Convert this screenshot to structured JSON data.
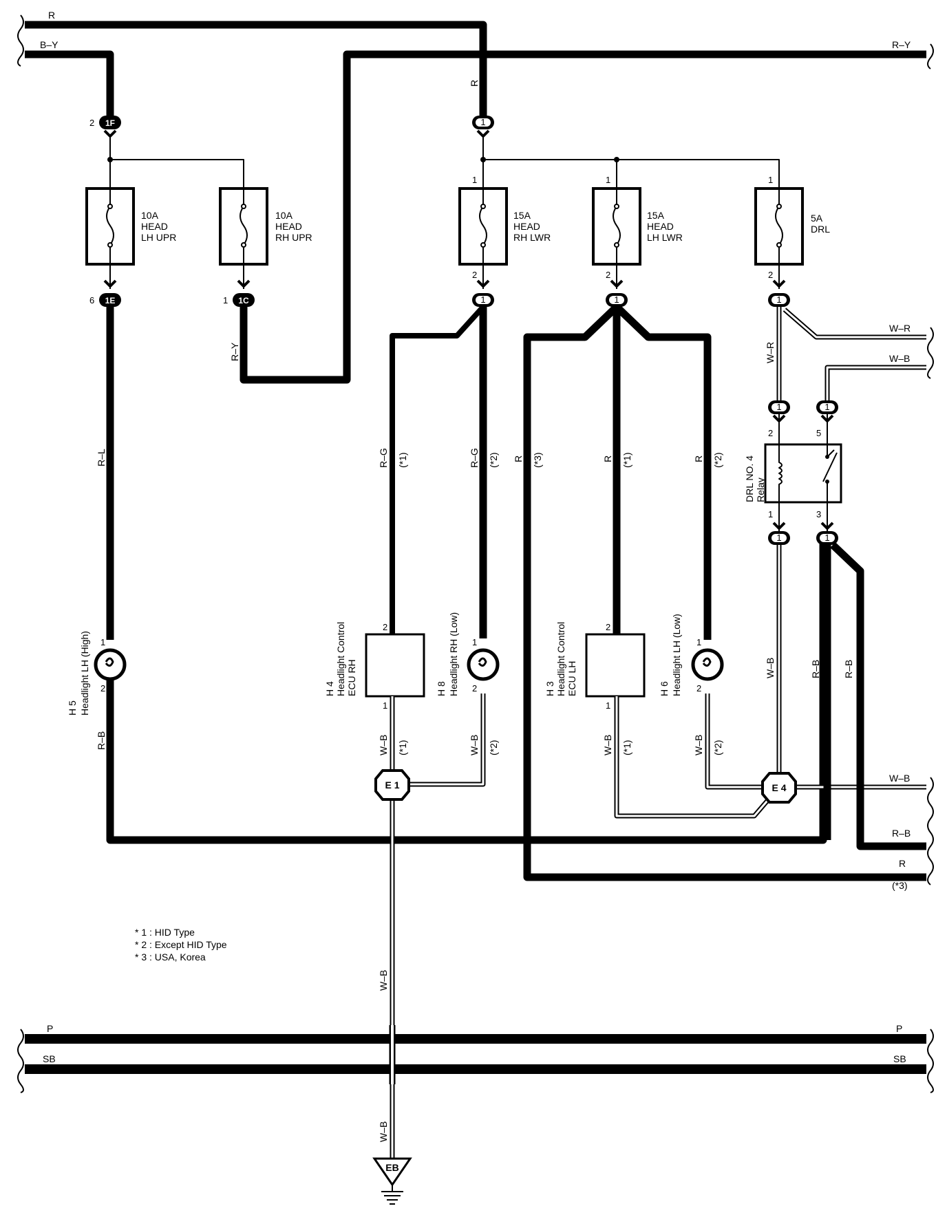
{
  "buses": {
    "top_r": "R",
    "top_by": "B–Y",
    "top_ry": "R–Y",
    "bottom_p_left": "P",
    "bottom_p_right": "P",
    "bottom_sb_left": "SB",
    "bottom_sb_right": "SB"
  },
  "fuses": [
    {
      "amp": "10A",
      "name": "HEAD",
      "sub": "LH UPR"
    },
    {
      "amp": "10A",
      "name": "HEAD",
      "sub": "RH UPR"
    },
    {
      "amp": "15A",
      "name": "HEAD",
      "sub": "RH LWR"
    },
    {
      "amp": "15A",
      "name": "HEAD",
      "sub": "LH LWR"
    },
    {
      "amp": "5A",
      "name": "DRL",
      "sub": ""
    }
  ],
  "connectors": {
    "c1F": "1F",
    "c1E": "1E",
    "c1C": "1C",
    "c_r_top": "1",
    "c_rh_lwr": "1",
    "c_lh_lwr": "1",
    "c_drl": "1",
    "c_relay2": "1",
    "c_relay5": "1",
    "c_relay1": "1",
    "c_relay3": "1"
  },
  "pins": {
    "p2_1F": "2",
    "p6_1E": "6",
    "p1_1C": "1",
    "p_rh_in": "1",
    "p_rh_out": "2",
    "p_lh_in": "1",
    "p_lh_out": "2",
    "p_drl_in": "1",
    "p_drl_out": "2",
    "relay_2": "2",
    "relay_5": "5",
    "relay_1": "1",
    "relay_3": "3",
    "h5_1": "1",
    "h5_2": "2",
    "h4_2": "2",
    "h4_1": "1",
    "h8_1": "1",
    "h8_2": "2",
    "h3_2": "2",
    "h3_1": "1",
    "h6_1": "1",
    "h6_2": "2"
  },
  "wires": {
    "r_vert": "R",
    "r_y_vert": "R–Y",
    "r_l": "R–L",
    "r_b_h5": "R–B",
    "r_g_1": "R–G",
    "r_g_1n": "(*1)",
    "r_g_2": "R–G",
    "r_g_2n": "(*2)",
    "r_3": "R",
    "r_3n": "(*3)",
    "r_1": "R",
    "r_1n": "(*1)",
    "r_2": "R",
    "r_2n": "(*2)",
    "w_r_vert": "W–R",
    "w_r_right": "W–R",
    "w_b_right": "W–B",
    "wb_h4": "W–B",
    "wb_h4n": "(*1)",
    "wb_h8": "W–B",
    "wb_h8n": "(*2)",
    "wb_h3": "W–B",
    "wb_h3n": "(*1)",
    "wb_h6": "W–B",
    "wb_h6n": "(*2)",
    "wb_relay": "W–B",
    "rb_relay_a": "R–B",
    "rb_relay_b": "R–B",
    "wb_e4_right": "W–B",
    "rb_right": "R–B",
    "r_right": "R",
    "r_right_n": "(*3)",
    "wb_ground_1": "W–B",
    "wb_ground_2": "W–B"
  },
  "components": {
    "h5_code": "H 5",
    "h5_name": "Headlight LH (High)",
    "h4_code": "H 4",
    "h4_name1": "Headlight Control",
    "h4_name2": "ECU RH",
    "h8_code": "H 8",
    "h8_name": "Headlight RH (Low)",
    "h3_code": "H 3",
    "h3_name1": "Headlight Control",
    "h3_name2": "ECU LH",
    "h6_code": "H 6",
    "h6_name": "Headlight LH (Low)",
    "relay_name1": "DRL NO. 4",
    "relay_name2": "Relay"
  },
  "grounds": {
    "e1": "E 1",
    "e4": "E 4",
    "eb": "EB"
  },
  "notes": [
    "* 1 : HID Type",
    "* 2 : Except HID Type",
    "* 3 : USA,  Korea"
  ]
}
